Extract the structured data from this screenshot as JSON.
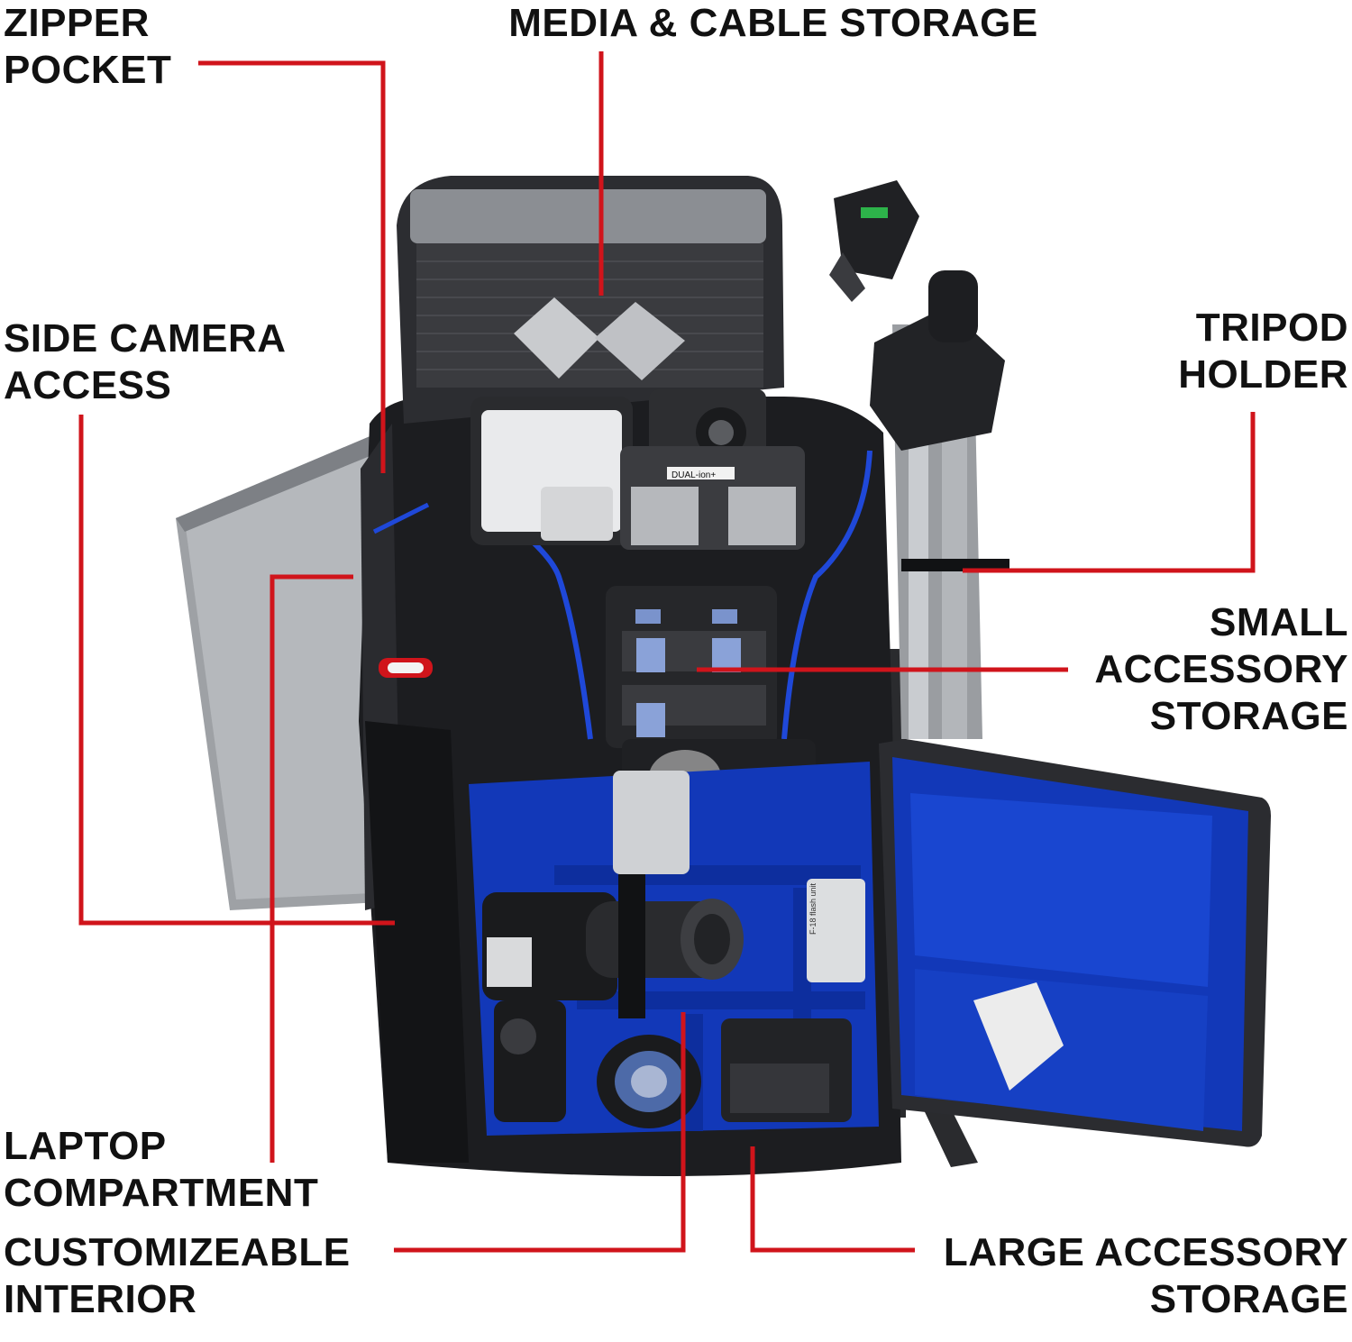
{
  "colors": {
    "callout": "#d0141b",
    "text": "#111111",
    "bag": "#1c1d20",
    "interior": "#1238b8",
    "silver": "#a8abaf"
  },
  "labels": {
    "zipper_pocket": {
      "line1": "ZIPPER",
      "line2": "POCKET"
    },
    "media_cable": {
      "line1": "MEDIA & CABLE STORAGE"
    },
    "side_camera": {
      "line1": "SIDE CAMERA",
      "line2": "ACCESS"
    },
    "tripod_holder": {
      "line1": "TRIPOD",
      "line2": "HOLDER"
    },
    "small_accessory": {
      "line1": "SMALL",
      "line2": "ACCESSORY",
      "line3": "STORAGE"
    },
    "laptop": {
      "line1": "LAPTOP",
      "line2": "COMPARTMENT"
    },
    "custom_interior": {
      "line1": "CUSTOMIZEABLE",
      "line2": "INTERIOR"
    },
    "large_accessory": {
      "line1": "LARGE ACCESSORY",
      "line2": "STORAGE"
    }
  },
  "product_text": {
    "battery_brand": "DUAL-ion+",
    "flash_label": "F-18 flash unit"
  }
}
